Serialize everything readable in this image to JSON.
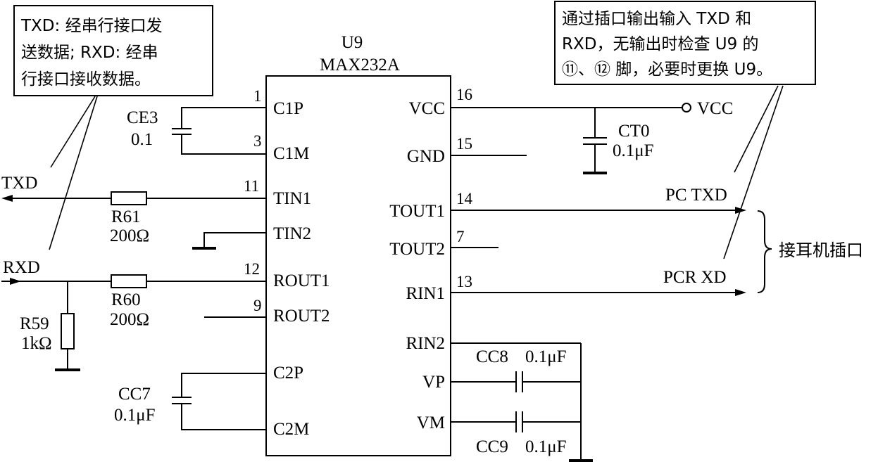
{
  "chip": {
    "ref": "U9",
    "part": "MAX232A",
    "left_pins": [
      {
        "num": "1",
        "name": "C1P"
      },
      {
        "num": "3",
        "name": "C1M"
      },
      {
        "num": "11",
        "name": "TIN1"
      },
      {
        "num": "",
        "name": "TIN2"
      },
      {
        "num": "12",
        "name": "ROUT1"
      },
      {
        "num": "9",
        "name": "ROUT2"
      },
      {
        "num": "",
        "name": "C2P"
      },
      {
        "num": "",
        "name": "C2M"
      }
    ],
    "right_pins": [
      {
        "num": "16",
        "name": "VCC"
      },
      {
        "num": "15",
        "name": "GND"
      },
      {
        "num": "14",
        "name": "TOUT1"
      },
      {
        "num": "7",
        "name": "TOUT2"
      },
      {
        "num": "13",
        "name": "RIN1"
      },
      {
        "num": "",
        "name": "RIN2"
      },
      {
        "num": "",
        "name": "VP"
      },
      {
        "num": "",
        "name": "VM"
      }
    ]
  },
  "components": {
    "ce3": {
      "ref": "CE3",
      "value": "0.1"
    },
    "cc7": {
      "ref": "CC7",
      "value": "0.1μF"
    },
    "r61": {
      "ref": "R61",
      "value": "200Ω"
    },
    "r60": {
      "ref": "R60",
      "value": "200Ω"
    },
    "r59": {
      "ref": "R59",
      "value": "1kΩ"
    },
    "ct0": {
      "ref": "CT0",
      "value": "0.1μF"
    },
    "cc8": {
      "ref": "CC8",
      "value": "0.1μF"
    },
    "cc9": {
      "ref": "CC9",
      "value": "0.1μF"
    }
  },
  "nets": {
    "txd": "TXD",
    "rxd": "RXD",
    "vcc": "VCC",
    "pc_txd": "PC TXD",
    "pcr_xd": "PCR XD",
    "earphone_jack": "接耳机插口"
  },
  "notes": {
    "left": [
      "TXD: 经串行接口发",
      "送数据; RXD: 经串",
      "行接口接收数据。"
    ],
    "right": [
      "通过插口输出输入 TXD 和",
      "RXD，无输出时检查 U9 的",
      "⑪、⑫ 脚，必要时更换 U9。"
    ]
  }
}
